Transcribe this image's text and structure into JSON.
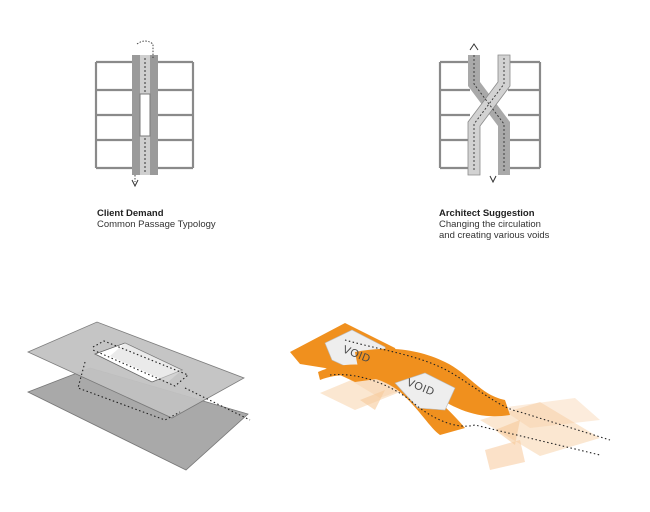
{
  "captions": {
    "left": {
      "title": "Client Demand",
      "lines": [
        "Common Passage Typology"
      ]
    },
    "right": {
      "title": "Architect Suggestion",
      "lines": [
        "Changing the circulation",
        "and creating various voids"
      ]
    }
  },
  "void_labels": [
    "VOID",
    "VOID"
  ],
  "colors": {
    "accent": "#f0901e",
    "accent_light": "#f7c99a",
    "plane_gray": "#b8b8b8",
    "plane_edge": "#777777",
    "frame_gray": "#8a8a8a"
  },
  "icons": [
    "dotted-path-arrow-icon"
  ]
}
